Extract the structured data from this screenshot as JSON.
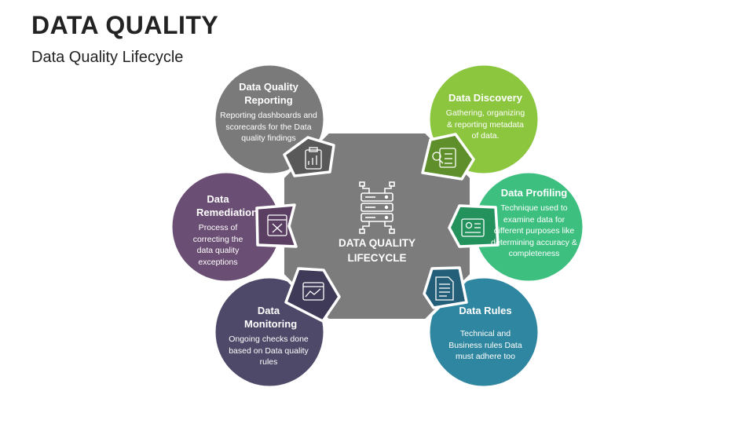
{
  "header": {
    "title": "DATA QUALITY",
    "subtitle": "Data Quality Lifecycle"
  },
  "center": {
    "line1": "DATA QUALITY",
    "line2": "LIFECYCLE",
    "icon": "server-rack-icon",
    "color": "#7c7c7c"
  },
  "stages": [
    {
      "title": "Data Quality Reporting",
      "desc": "Reporting dashboards and scorecards for the Data quality findings",
      "color": "#7a7a7a",
      "icon": "report-clipboard-icon"
    },
    {
      "title": "Data Remediation",
      "desc": "Process of correcting the data quality exceptions",
      "color": "#6b4e74",
      "icon": "browser-tools-icon"
    },
    {
      "title": "Data Monitoring",
      "desc": "Ongoing checks done based on Data quality rules",
      "color": "#4e4968",
      "icon": "monitor-chart-icon"
    },
    {
      "title": "Data Discovery",
      "desc": "Gathering, organizing & reporting metadata of data.",
      "color": "#8cc63f",
      "icon": "magnifier-clipboard-icon"
    },
    {
      "title": "Data Profiling",
      "desc": "Technique used to examine data for different purposes like determining accuracy & completeness",
      "color": "#3dbf7f",
      "icon": "profile-card-icon"
    },
    {
      "title": "Data Rules",
      "desc": "Technical and Business rules Data must adhere too",
      "color": "#2f86a0",
      "icon": "document-list-icon"
    }
  ]
}
